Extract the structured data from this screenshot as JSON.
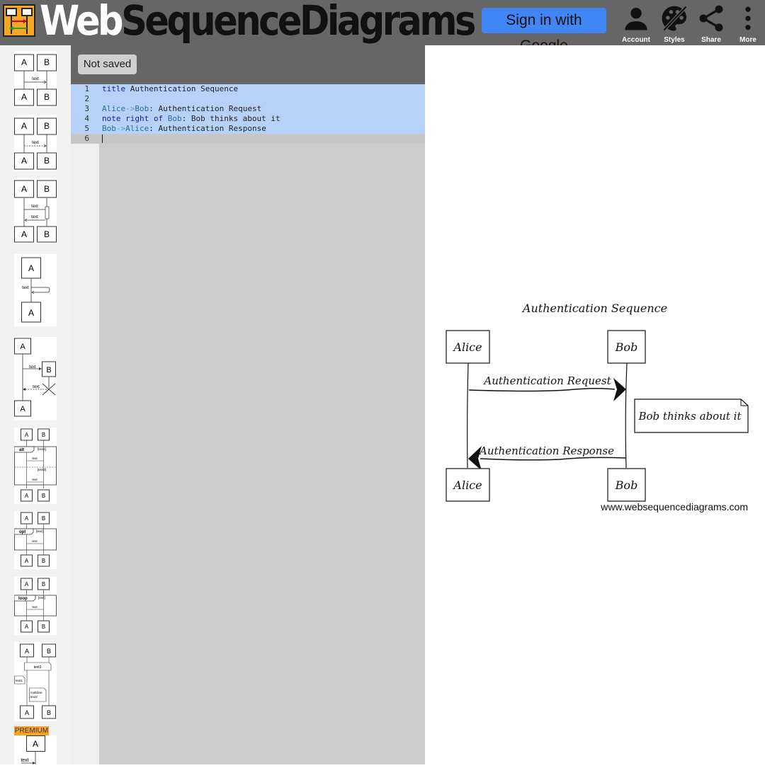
{
  "header": {
    "logo_part1": "Web",
    "logo_part2": "SequenceDiagrams",
    "signin_label": "Sign in with Google",
    "buttons": [
      {
        "label": "Account",
        "icon": "account-icon"
      },
      {
        "label": "Styles",
        "icon": "palette-icon"
      },
      {
        "label": "Share",
        "icon": "share-icon"
      },
      {
        "label": "More",
        "icon": "more-vert-icon"
      }
    ]
  },
  "sidebar": {
    "premium_label": "PREMIUM",
    "thumbs": {
      "a": "A",
      "b": "B",
      "text": "text",
      "alt": "alt",
      "opt": "opt",
      "loop": "loop",
      "text1": "[text1]",
      "text2": "[text2]",
      "text_bracket": "[text]",
      "text3": "text3",
      "text1_plain": "text1",
      "multiline1": "multiline",
      "multiline2": "text2"
    }
  },
  "editor": {
    "status_label": "Not saved",
    "lines": [
      {
        "num": "1",
        "parts": [
          [
            "kw",
            "title"
          ],
          [
            "",
            " Authentication Sequence"
          ]
        ]
      },
      {
        "num": "2",
        "parts": []
      },
      {
        "num": "3",
        "parts": [
          [
            "pt",
            "Alice"
          ],
          [
            "ar",
            "->"
          ],
          [
            "pt",
            "Bob"
          ],
          [
            "",
            ": Authentication Request"
          ]
        ]
      },
      {
        "num": "4",
        "parts": [
          [
            "kw",
            "note right of"
          ],
          [
            "",
            " "
          ],
          [
            "pt",
            "Bob"
          ],
          [
            "",
            ": Bob thinks about it"
          ]
        ]
      },
      {
        "num": "5",
        "parts": [
          [
            "pt",
            "Bob"
          ],
          [
            "ar",
            "->"
          ],
          [
            "pt",
            "Alice"
          ],
          [
            "",
            ": Authentication Response"
          ]
        ]
      },
      {
        "num": "6",
        "parts": []
      }
    ]
  },
  "diagram": {
    "title": "Authentication Sequence",
    "participant_a": "Alice",
    "participant_b": "Bob",
    "message1": "Authentication Request",
    "note": "Bob thinks about it",
    "message2": "Authentication Response",
    "watermark": "www.websequencediagrams.com"
  }
}
